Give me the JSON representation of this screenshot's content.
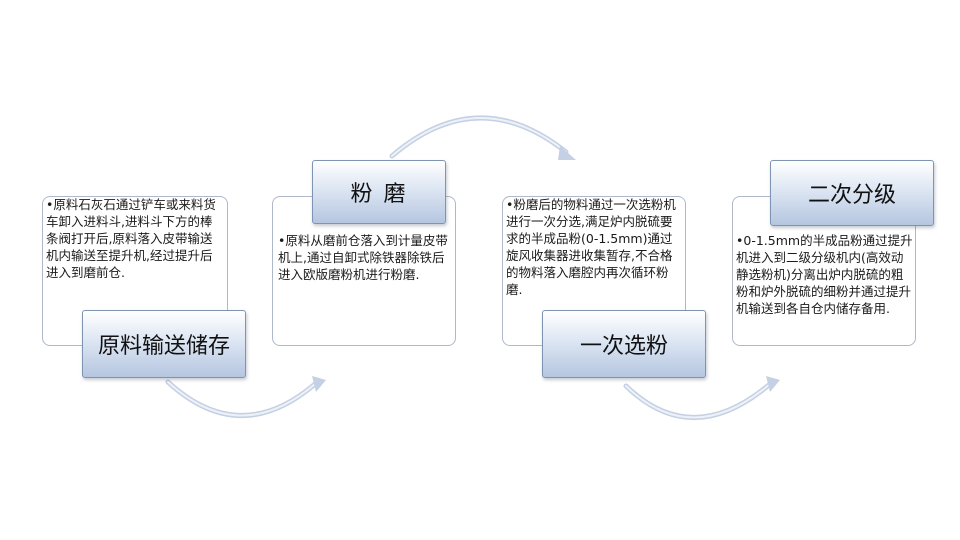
{
  "steps": [
    {
      "title": "原料输送储存",
      "text": "原料石灰石通过铲车或来料货车卸入进料斗,进料斗下方的棒条阀打开后,原料落入皮带输送机内输送至提升机,经过提升后进入到磨前仓."
    },
    {
      "title": "粉 磨",
      "text": "原料从磨前仓落入到计量皮带机上,通过自卸式除铁器除铁后进入欧版磨粉机进行粉磨."
    },
    {
      "title": "一次选粉",
      "text": "粉磨后的物料通过一次选粉机进行一次分选,满足炉内脱硫要求的半成品粉(0-1.5mm)通过旋风收集器进收集暂存,不合格的物料落入磨腔内再次循环粉磨."
    },
    {
      "title": "二次分级",
      "text": "0-1.5mm的半成品粉通过提升机进入到二级分级机内(高效动静选粉机)分离出炉内脱硫的粗粉和炉外脱硫的细粉并通过提升机输送到各自仓内储存备用."
    }
  ]
}
